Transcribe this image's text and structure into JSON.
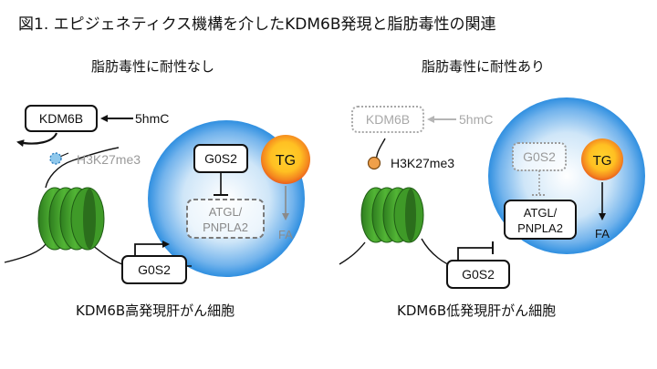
{
  "figure": {
    "title": "図1. エピジェネティクス機構を介したKDM6B発現と脂肪毒性の関連"
  },
  "left_panel": {
    "title": "脂肪毒性に耐性なし",
    "caption": "KDM6B高発現肝がん細胞",
    "kdm6b_label": "KDM6B",
    "hmc_label": "5hmC",
    "h3k27me3_label": "H3K27me3",
    "g0s2_cell_label": "G0S2",
    "tg_label": "TG",
    "atgl_line1": "ATGL/",
    "atgl_line2": "PNPLA2",
    "fa_label": "FA",
    "g0s2_gene_label": "G0S2"
  },
  "right_panel": {
    "title": "脂肪毒性に耐性あり",
    "caption": "KDM6B低発現肝がん細胞",
    "kdm6b_label": "KDM6B",
    "hmc_label": "5hmC",
    "h3k27me3_label": "H3K27me3",
    "g0s2_cell_label": "G0S2",
    "tg_label": "TG",
    "atgl_line1": "ATGL/",
    "atgl_line2": "PNPLA2",
    "fa_label": "FA",
    "g0s2_gene_label": "G0S2"
  },
  "colors": {
    "cell_outer": "#ffffff",
    "cell_inner": "#2f8fe0",
    "tg_outer": "#ee6a1e",
    "tg_inner": "#ffc829",
    "nucleosome": "#43a62b",
    "methyl_mark_active": "#f0a04a",
    "methyl_mark_removed": "#6fb7e5",
    "faded_text": "#9a9a9a"
  }
}
